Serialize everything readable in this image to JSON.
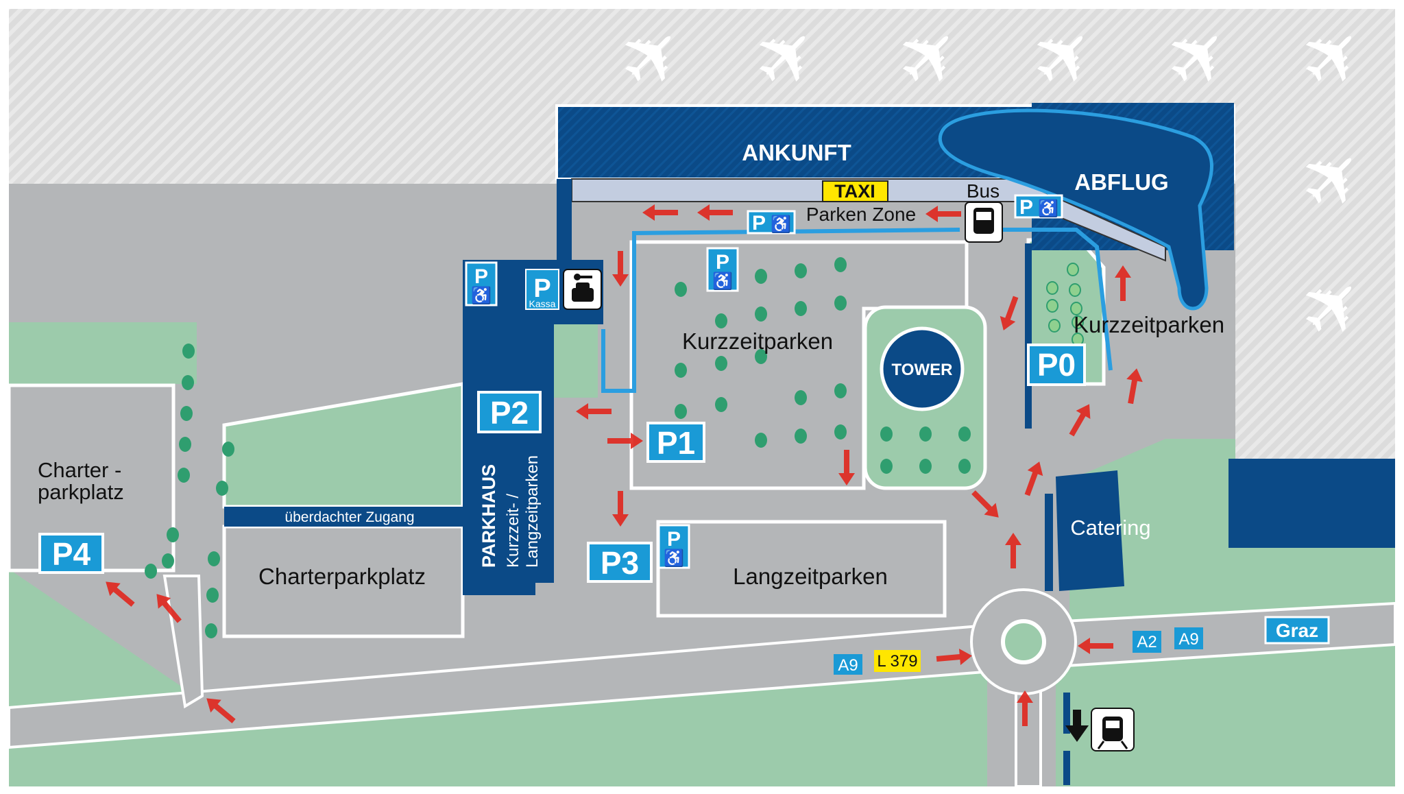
{
  "terminal": {
    "arrivals": "ANKUNFT",
    "departures": "ABFLUG",
    "tower": "TOWER"
  },
  "signs": {
    "taxi": "TAXI",
    "bus": "Bus",
    "parking_zone": "Parken Zone",
    "p": "P",
    "kassa": "Kassa"
  },
  "parking": {
    "p0": {
      "code": "P0",
      "label": "Kurzzeitparken"
    },
    "p1": {
      "code": "P1",
      "label": "Kurzzeitparken"
    },
    "p2": {
      "code": "P2",
      "title": "PARKHAUS",
      "sub1": "Kurzzeit- /",
      "sub2": "Langzeitparken"
    },
    "p3": {
      "code": "P3",
      "label": "Langzeitparken"
    },
    "p4": {
      "code": "P4",
      "label_line1": "Charter -",
      "label_line2": "parkplatz"
    },
    "charter": "Charterparkplatz",
    "covered_access": "überdachter Zugang"
  },
  "buildings": {
    "catering": "Catering"
  },
  "roads": {
    "a9_west": "A9",
    "l379": "L 379",
    "a2": "A2",
    "a9_east": "A9",
    "graz": "Graz"
  },
  "colors": {
    "dark_blue": "#0b4a87",
    "sign_blue": "#1a9ad6",
    "road": "#b4b6b8",
    "green": "#9ccbab",
    "arrow": "#e0261d",
    "taxi": "#ffe600"
  }
}
